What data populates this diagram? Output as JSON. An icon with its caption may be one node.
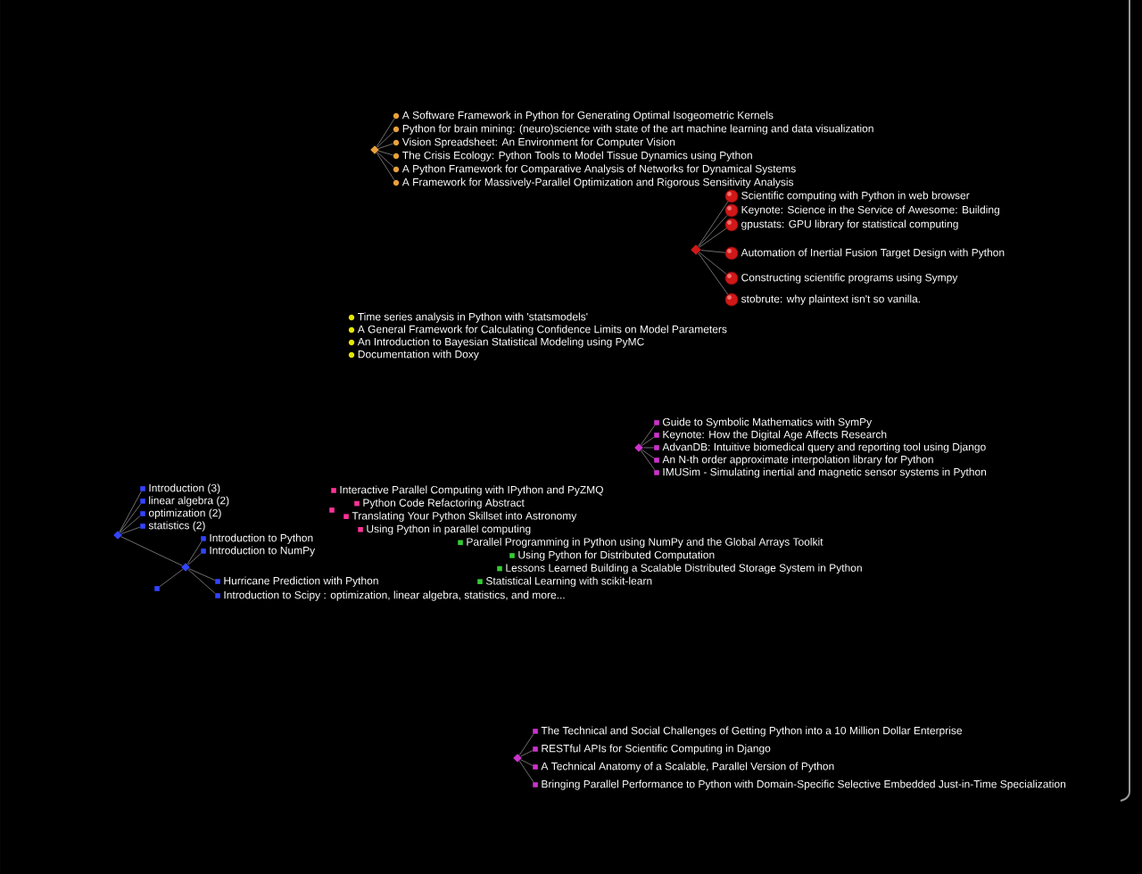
{
  "diagram": {
    "nodes": [
      {
        "text": [],
        "shape": "diamond"
      },
      {
        "text": [],
        "shape": "circle",
        "beside": [
          "A Software Framework in Python for Generating Optimal Isogeometric Kernels"
        ]
      },
      {
        "text": [],
        "shape": "circle",
        "beside": [
          "Python for brain mining: (neuro)science with state of the art machine learning and data visualization"
        ]
      },
      {
        "text": [],
        "shape": "circle",
        "beside": [
          "Vision Spreadsheet: An Environment for Computer Vision"
        ]
      },
      {
        "text": [],
        "shape": "circle",
        "beside": [
          "The Crisis Ecology: Python Tools to Model Tissue Dynamics using Python"
        ]
      },
      {
        "text": [],
        "shape": "circle",
        "beside": [
          "A Python Framework for Comparative Analysis of Networks for Dynamical Systems"
        ]
      },
      {
        "text": [],
        "shape": "circle",
        "beside": [
          "A Framework for Massively-Parallel Optimization and Rigorous Sensitivity Analysis"
        ]
      },
      {
        "text": [],
        "shape": "diamond"
      },
      {
        "text": [],
        "shape": "circle",
        "beside": [
          "Scientific computing with Python in web browser"
        ]
      },
      {
        "text": [],
        "shape": "circle",
        "beside": [
          "Keynote: Science in the Service of Awesome: Building"
        ]
      },
      {
        "text": [],
        "shape": "circle",
        "beside": [
          "gpustats: GPU library for statistical computing"
        ]
      },
      {
        "text": [],
        "shape": "circle",
        "beside": [
          "Automation of Inertial Fusion Target Design with Python"
        ]
      },
      {
        "text": [],
        "shape": "circle",
        "beside": [
          "Constructing scientific programs using Sympy"
        ]
      },
      {
        "text": [],
        "shape": "circle",
        "beside": [
          "stobrute: why plaintext isn't so vanilla."
        ]
      },
      {
        "text": [],
        "shape": "circle",
        "beside": [
          "Time series analysis in Python with 'statsmodels'"
        ]
      },
      {
        "text": [],
        "shape": "circle",
        "beside": [
          "A General Framework for Calculating Confidence Limits on Model Parameters"
        ]
      },
      {
        "text": [],
        "shape": "circle",
        "beside": [
          "An Introduction to Bayesian Statistical Modeling using PyMC"
        ]
      },
      {
        "text": [],
        "shape": "circle",
        "beside": [
          "Documentation with Doxy"
        ]
      },
      {
        "text": [],
        "shape": "diamond"
      },
      {
        "text": [],
        "shape": "box",
        "beside": [
          "Guide to Symbolic Mathematics with SymPy"
        ]
      },
      {
        "text": [],
        "shape": "box",
        "beside": [
          "Keynote: How the Digital Age Affects Research"
        ]
      },
      {
        "text": [],
        "shape": "box",
        "beside": [
          "AdvanDB: Intuitive biomedical query and reporting tool using Django"
        ]
      },
      {
        "text": [],
        "shape": "box",
        "beside": [
          "An N-th order approximate interpolation library for Python"
        ]
      },
      {
        "text": [],
        "shape": "box",
        "beside": [
          "IMUSim - Simulating inertial and magnetic sensor systems in Python"
        ]
      },
      {
        "text": [],
        "shape": "diamond"
      },
      {
        "text": [],
        "shape": "box",
        "beside": [
          "Introduction (3)"
        ]
      },
      {
        "text": [],
        "shape": "box",
        "beside": [
          "linear algebra (2)"
        ]
      },
      {
        "text": [],
        "shape": "box",
        "beside": [
          "optimization (2)"
        ]
      },
      {
        "text": [],
        "shape": "box",
        "beside": [
          "statistics (2)"
        ]
      },
      {
        "text": [],
        "shape": "diamond"
      },
      {
        "text": [],
        "shape": "box",
        "beside": [
          "Introduction to Python"
        ]
      },
      {
        "text": [],
        "shape": "box",
        "beside": [
          "Introduction to NumPy"
        ]
      },
      {
        "text": [],
        "shape": "box"
      },
      {
        "text": [],
        "shape": "box",
        "beside": [
          "Hurricane Prediction with Python"
        ]
      },
      {
        "text": [],
        "shape": "box",
        "beside": [
          "Introduction to Scipy : optimization, linear algebra, statistics, and more..."
        ]
      },
      {
        "text": [],
        "shape": "box",
        "beside": [
          "Interactive Parallel Computing with IPython and PyZMQ"
        ]
      },
      {
        "text": [],
        "shape": "box",
        "beside": [
          "Python Code Refactoring Abstract"
        ]
      },
      {
        "text": [],
        "shape": "box"
      },
      {
        "text": [],
        "shape": "box",
        "beside": [
          "Translating Your Python Skillset into Astronomy"
        ]
      },
      {
        "text": [],
        "shape": "box",
        "beside": [
          "Using Python in parallel computing"
        ]
      },
      {
        "text": [],
        "shape": "box",
        "beside": [
          "Parallel Programming in Python using NumPy and the Global Arrays Toolkit"
        ]
      },
      {
        "text": [],
        "shape": "box",
        "beside": [
          "Using Python for Distributed Computation"
        ]
      },
      {
        "text": [],
        "shape": "box",
        "beside": [
          "Lessons Learned Building a Scalable Distributed Storage System in Python"
        ]
      },
      {
        "text": [],
        "shape": "box",
        "beside": [
          "Statistical Learning with scikit-learn"
        ]
      },
      {
        "text": [],
        "shape": "diamond"
      },
      {
        "text": [],
        "shape": "box",
        "beside": [
          "The Technical and Social Challenges of Getting Python into a 10 Million Dollar Enterprise"
        ]
      },
      {
        "text": [],
        "shape": "box",
        "beside": [
          "RESTful APIs for Scientific Computing in Django"
        ]
      },
      {
        "text": [],
        "shape": "box",
        "beside": [
          "A Technical Anatomy of a Scalable, Parallel Version of Python"
        ]
      },
      {
        "text": [],
        "shape": "box",
        "beside": [
          "Bringing Parallel Performance to Python with Domain-Specific Selective Embedded Just-in-Time Specialization"
        ]
      }
    ],
    "edges": [
      {
        "from": 0,
        "to": 1,
        "arrow": "none"
      },
      {
        "from": 0,
        "to": 2,
        "arrow": "none"
      },
      {
        "from": 0,
        "to": 3,
        "arrow": "none"
      },
      {
        "from": 0,
        "to": 4,
        "arrow": "none"
      },
      {
        "from": 0,
        "to": 5,
        "arrow": "none"
      },
      {
        "from": 0,
        "to": 6,
        "arrow": "none"
      },
      {
        "from": 7,
        "to": 8,
        "arrow": "none"
      },
      {
        "from": 7,
        "to": 9,
        "arrow": "none"
      },
      {
        "from": 7,
        "to": 10,
        "arrow": "none"
      },
      {
        "from": 7,
        "to": 11,
        "arrow": "none"
      },
      {
        "from": 7,
        "to": 12,
        "arrow": "none"
      },
      {
        "from": 7,
        "to": 13,
        "arrow": "none"
      },
      {
        "from": 18,
        "to": 19,
        "arrow": "none"
      },
      {
        "from": 18,
        "to": 20,
        "arrow": "none"
      },
      {
        "from": 18,
        "to": 21,
        "arrow": "none"
      },
      {
        "from": 18,
        "to": 22,
        "arrow": "none"
      },
      {
        "from": 18,
        "to": 23,
        "arrow": "none"
      },
      {
        "from": 24,
        "to": 25,
        "arrow": "none"
      },
      {
        "from": 24,
        "to": 26,
        "arrow": "none"
      },
      {
        "from": 24,
        "to": 27,
        "arrow": "none"
      },
      {
        "from": 24,
        "to": 28,
        "arrow": "none"
      },
      {
        "from": 24,
        "to": 29,
        "arrow": "none"
      },
      {
        "from": 29,
        "to": 30,
        "arrow": "none"
      },
      {
        "from": 29,
        "to": 31,
        "arrow": "none"
      },
      {
        "from": 29,
        "to": 32,
        "arrow": "none"
      },
      {
        "from": 29,
        "to": 33,
        "arrow": "none"
      },
      {
        "from": 29,
        "to": 34,
        "arrow": "none"
      },
      {
        "from": 44,
        "to": 45,
        "arrow": "none"
      },
      {
        "from": 44,
        "to": 46,
        "arrow": "none"
      },
      {
        "from": 44,
        "to": 47,
        "arrow": "none"
      },
      {
        "from": 44,
        "to": 48,
        "arrow": "none"
      }
    ]
  }
}
